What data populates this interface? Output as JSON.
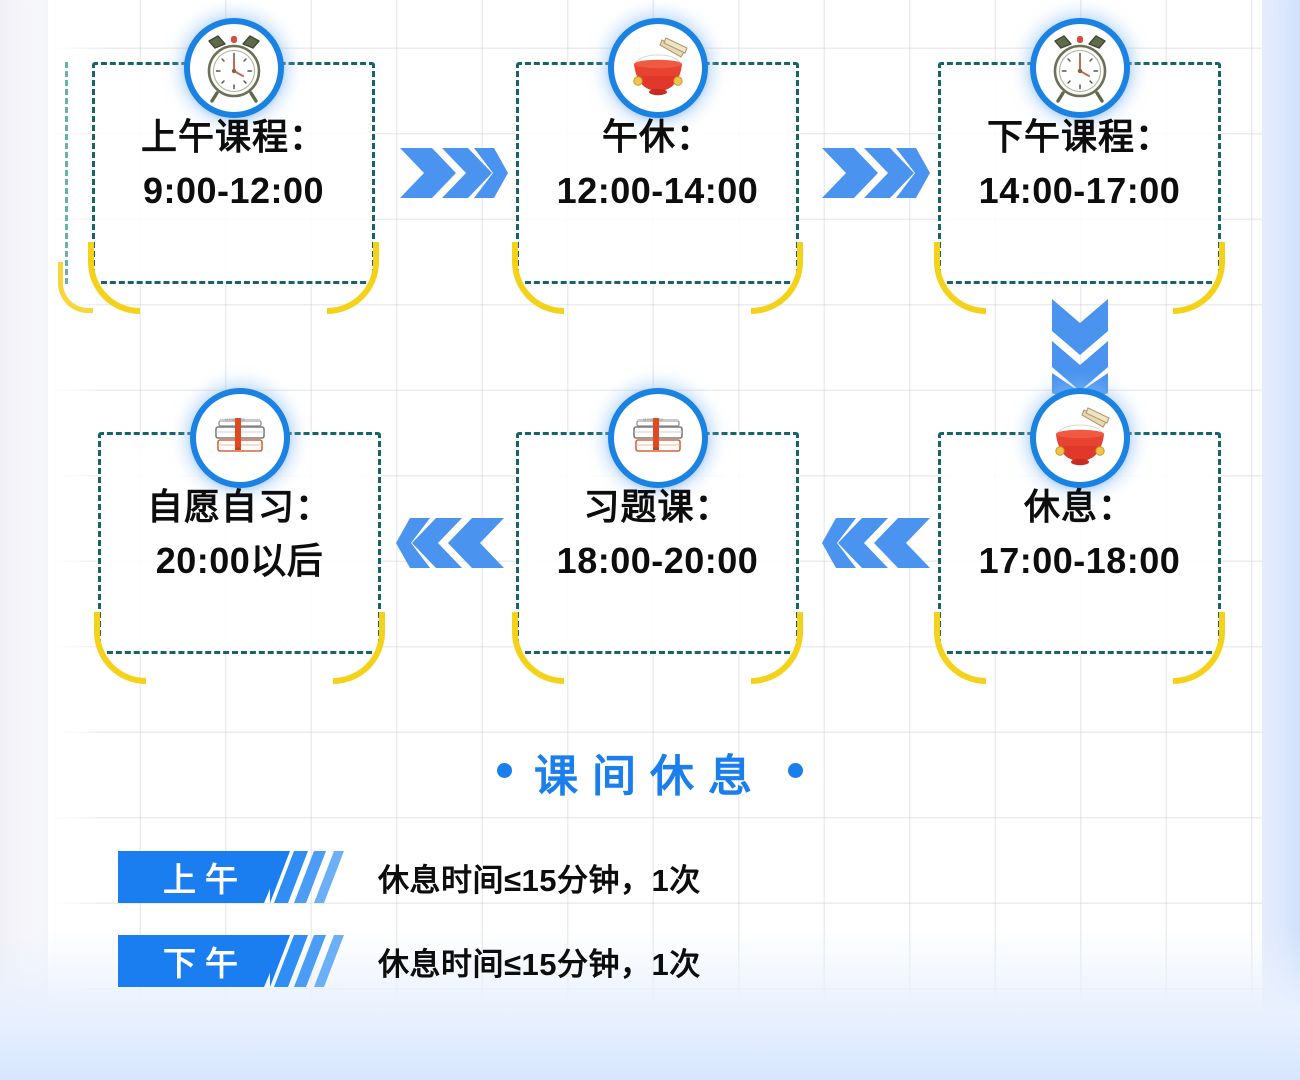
{
  "theme": {
    "accent_blue": "#1b7ef0",
    "arrow_blue": "#4a94ef",
    "dash_teal": "#16636b",
    "accent_yellow": "#f5d21a",
    "text_dark": "#0d0d0d"
  },
  "flow": {
    "row1": [
      {
        "icon": "alarm-clock-icon",
        "title": "上午课程：",
        "time": "9:00-12:00"
      },
      {
        "icon": "rice-bowl-icon",
        "title": "午休：",
        "time": "12:00-14:00"
      },
      {
        "icon": "alarm-clock-icon",
        "title": "下午课程：",
        "time": "14:00-17:00"
      }
    ],
    "row2": [
      {
        "icon": "books-icon",
        "title": "自愿自习：",
        "time": "20:00以后"
      },
      {
        "icon": "books-icon",
        "title": "习题课：",
        "time": "18:00-20:00"
      },
      {
        "icon": "rice-bowl-icon",
        "title": "休息：",
        "time": "17:00-18:00"
      }
    ]
  },
  "section": {
    "heading": "课间休息"
  },
  "rules": [
    {
      "tag": "上午",
      "text": "休息时间≤15分钟，1次"
    },
    {
      "tag": "下午",
      "text": "休息时间≤15分钟，1次"
    }
  ]
}
